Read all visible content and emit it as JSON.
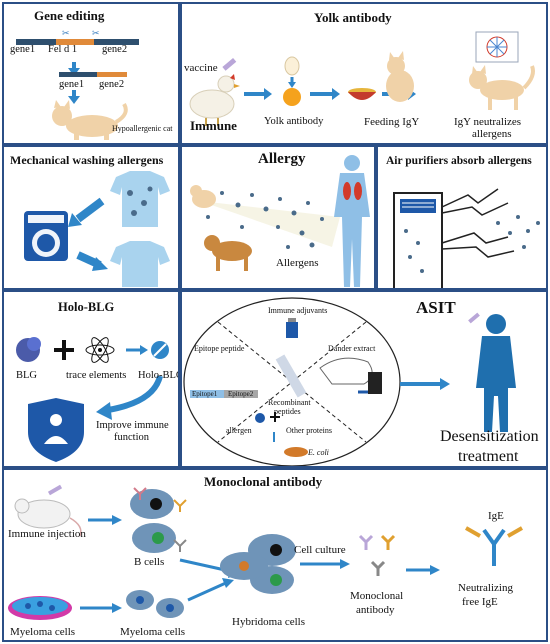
{
  "gene_editing": {
    "title": "Gene editing",
    "gene1_top": "gene1",
    "fel_d_1": "Fel d 1",
    "gene2_top": "gene2",
    "gene1_bottom": "gene1",
    "gene2_bottom": "gene2",
    "hypoallergenic_cat": "Hypoallergenic cat"
  },
  "yolk_antibody": {
    "title": "Yolk antibody",
    "vaccine": "vaccine",
    "immune": "Immune",
    "yolk_antibody_label": "Yolk antibody",
    "feeding_igy": "Feeding IgY",
    "igy_neutralizes_line1": "IgY neutralizes",
    "igy_neutralizes_line2": "allergens"
  },
  "mechanical_washing": {
    "title": "Mechanical washing allergens"
  },
  "allergy": {
    "title": "Allergy",
    "allergens": "Allergens"
  },
  "air_purifiers": {
    "title": "Air purifiers absorb allergens"
  },
  "holo_blg": {
    "title": "Holo-BLG",
    "blg": "BLG",
    "trace_elements": "trace elements",
    "holo_blg_label": "Holo-BLG",
    "improve_line1": "Improve immune",
    "improve_line2": "function"
  },
  "asit": {
    "title": "ASIT",
    "immune_adjuvants": "Immune adjuvants",
    "epitope_peptide": "Epitope peptide",
    "epitope1": "Epitope1",
    "epitope2": "Epitope2",
    "dander_extract": "Dander extract",
    "recombinant_line1": "Recombinant",
    "recombinant_line2": "peptides",
    "allergen": "allergen",
    "other_proteins": "Other proteins",
    "e_coli": "E. coli",
    "desensitization_line1": "Desensitization",
    "desensitization_line2": "treatment"
  },
  "monoclonal": {
    "title": "Monoclonal antibody",
    "immune_injection": "Immune injection",
    "b_cells": "B cells",
    "cell_culture": "Cell culture",
    "ige": "IgE",
    "myeloma_cells_1": "Myeloma cells",
    "myeloma_cells_2": "Myeloma cells",
    "hybridoma_cells": "Hybridoma cells",
    "monoclonal_line1": "Monoclonal",
    "monoclonal_line2": "antibody",
    "neutralizing_line1": "Neutralizing",
    "neutralizing_line2": "free IgE"
  },
  "colors": {
    "border": "#2b4f86",
    "arrow": "#2f86c8",
    "gene_dark": "#2e4f6e",
    "gene_orange": "#e08a3a",
    "cat": "#f0d2a8",
    "shirt": "#a9d3ee",
    "person": "#1f6fae"
  }
}
